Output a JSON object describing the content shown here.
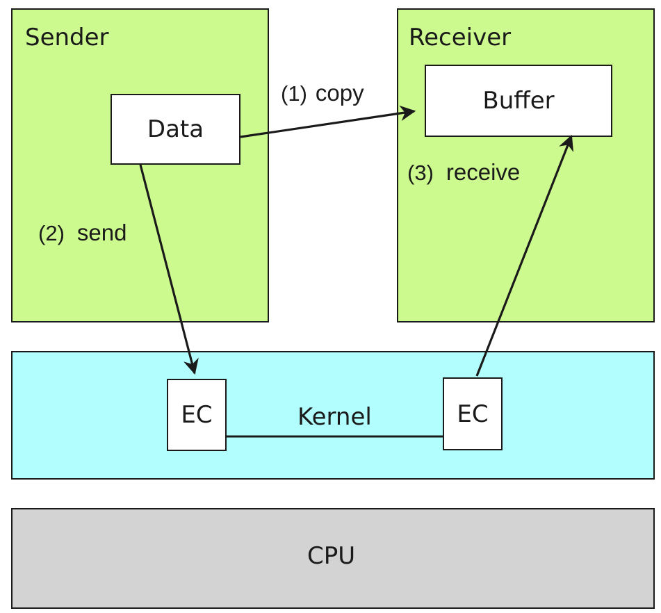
{
  "sender": {
    "title": "Sender",
    "data_label": "Data"
  },
  "receiver": {
    "title": "Receiver",
    "buffer_label": "Buffer"
  },
  "kernel": {
    "label": "Kernel",
    "ec_left": "EC",
    "ec_right": "EC"
  },
  "cpu": {
    "label": "CPU"
  },
  "steps": {
    "copy": {
      "num": "(1)",
      "text": "copy"
    },
    "send": {
      "num": "(2)",
      "text": "send"
    },
    "receive": {
      "num": "(3)",
      "text": "receive"
    }
  },
  "colors": {
    "process_fill": "#ccfa8e",
    "kernel_fill": "#b2fefe",
    "cpu_fill": "#d3d3d3",
    "stroke": "#1a1a1a"
  }
}
